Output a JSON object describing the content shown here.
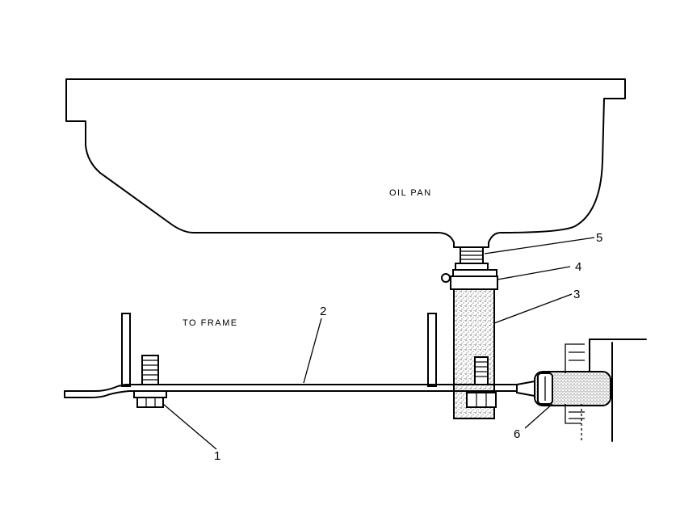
{
  "labels": {
    "oil_pan": "OIL PAN",
    "to_frame": "TO FRAME"
  },
  "callouts": [
    "1",
    "2",
    "3",
    "4",
    "5",
    "6"
  ],
  "colors": {
    "line": "#000000",
    "background": "#ffffff"
  }
}
